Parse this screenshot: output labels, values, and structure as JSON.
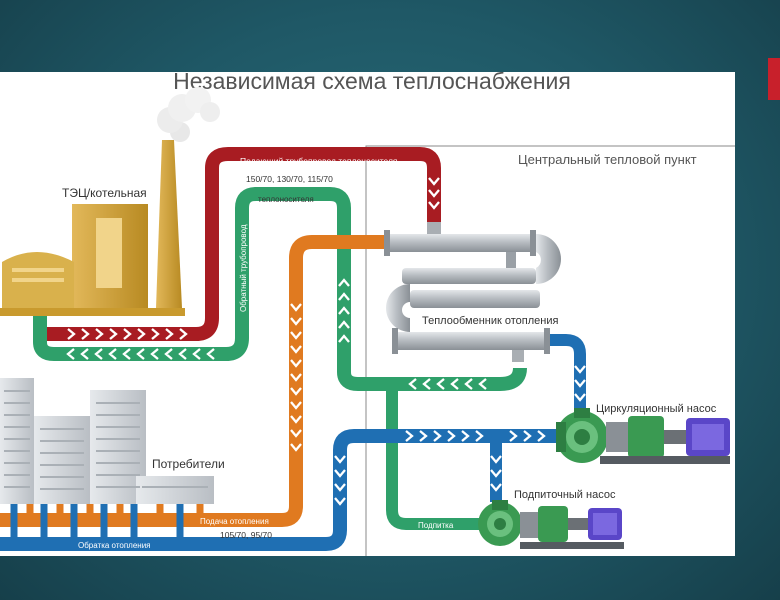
{
  "title": "Независимая схема теплоснабжения",
  "labels": {
    "boiler": "ТЭЦ/котельная",
    "heat_point": "Центральный тепловой пункт",
    "supply_pipe": "Подающий трубопровод теплоносителя",
    "supply_temps": "150/70, 130/70, 115/70",
    "return_pipe_line1": "Обратный трубопровод",
    "return_pipe_line2": "теплоносителя",
    "exchanger": "Теплообменник отопления",
    "circ_pump": "Циркуляционный насос",
    "feed_pump": "Подпиточный насос",
    "feed_line": "Подпитка",
    "consumers": "Потребители",
    "heating_supply": "Подача отопления",
    "heating_temps": "105/70, 95/70",
    "heating_return": "Обратка отопления"
  },
  "colors": {
    "red_pipe": "#a81c22",
    "green_pipe": "#2fa06a",
    "orange_pipe": "#e07a20",
    "blue_pipe": "#1f6fb3",
    "arrow": "#ffffff",
    "plant": "#c99a2e",
    "exchanger": "#b9bec4",
    "pump_green": "#3a9a52",
    "motor_purple": "#5a46c8",
    "buildings": "#cfd3d8",
    "slide_bg": "#ffffff",
    "page_bg": "#1f5866",
    "accent_tab": "#c8202b"
  }
}
